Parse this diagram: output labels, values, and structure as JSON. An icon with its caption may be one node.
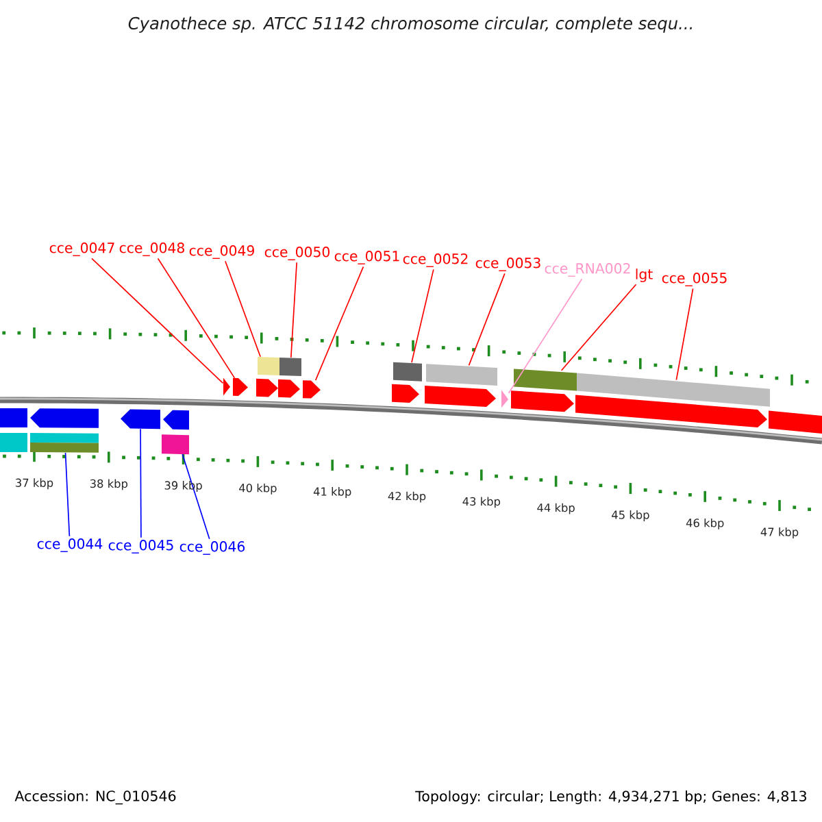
{
  "diagram": {
    "title": "Cyanothece sp. ATCC 51142 chromosome circular, complete sequ...",
    "nodes": [
      {
        "text": [
          "cce_0047"
        ]
      },
      {
        "text": [
          "cce_0048"
        ]
      },
      {
        "text": [
          "cce_0049"
        ]
      },
      {
        "text": [
          "cce_0050"
        ]
      },
      {
        "text": [
          "cce_0051"
        ]
      },
      {
        "text": [
          "cce_0052"
        ]
      },
      {
        "text": [
          "cce_0053"
        ]
      },
      {
        "text": [
          "cce_RNA002"
        ]
      },
      {
        "text": [
          "lgt"
        ]
      },
      {
        "text": [
          "cce_0055"
        ]
      },
      {
        "text": [
          "cce_0044"
        ]
      },
      {
        "text": [
          "cce_0045"
        ]
      },
      {
        "text": [
          "cce_0046"
        ]
      },
      {
        "text": [],
        "shape": "bar"
      },
      {
        "text": [],
        "shape": "bar"
      },
      {
        "text": [],
        "shape": "bar"
      },
      {
        "text": [],
        "shape": "bar"
      },
      {
        "text": [],
        "shape": "bar"
      },
      {
        "text": [],
        "shape": "bar"
      },
      {
        "text": [],
        "shape": "bar"
      },
      {
        "text": [],
        "shape": "bar"
      },
      {
        "text": [],
        "shape": "bar"
      },
      {
        "text": [],
        "shape": "bar"
      },
      {
        "text": [],
        "shape": "bar"
      },
      {
        "text": [],
        "shape": "bar"
      },
      {
        "text": [],
        "shape": "bar"
      },
      {
        "text": [],
        "shape": "bar"
      },
      {
        "text": [],
        "shape": "bar"
      }
    ],
    "edges": [
      {
        "from": 0,
        "to": 17,
        "arrow": "none"
      },
      {
        "from": 1,
        "to": 18,
        "arrow": "none"
      },
      {
        "from": 2,
        "to": 19,
        "arrow": "none"
      },
      {
        "from": 3,
        "to": 20,
        "arrow": "none"
      },
      {
        "from": 4,
        "to": 21,
        "arrow": "none"
      },
      {
        "from": 5,
        "to": 22,
        "arrow": "none"
      },
      {
        "from": 6,
        "to": 23,
        "arrow": "none"
      },
      {
        "from": 7,
        "to": 24,
        "arrow": "none",
        "color": "#ff99cc"
      },
      {
        "from": 8,
        "to": 25,
        "arrow": "none"
      },
      {
        "from": 9,
        "to": 26,
        "arrow": "none"
      },
      {
        "from": 10,
        "to": 14,
        "arrow": "none",
        "color": "#0000ff"
      },
      {
        "from": 11,
        "to": 15,
        "arrow": "none",
        "color": "#0000ff"
      },
      {
        "from": 12,
        "to": 16,
        "arrow": "none",
        "color": "#0000ff"
      }
    ],
    "labels": [
      "37 kbp",
      "38 kbp",
      "39 kbp",
      "40 kbp",
      "41 kbp",
      "42 kbp",
      "43 kbp",
      "44 kbp",
      "45 kbp",
      "46 kbp",
      "47 kbp",
      "Accession: NC_010546",
      "Topology: circular; Length: 4,934,271 bp; Genes: 4,813"
    ]
  }
}
